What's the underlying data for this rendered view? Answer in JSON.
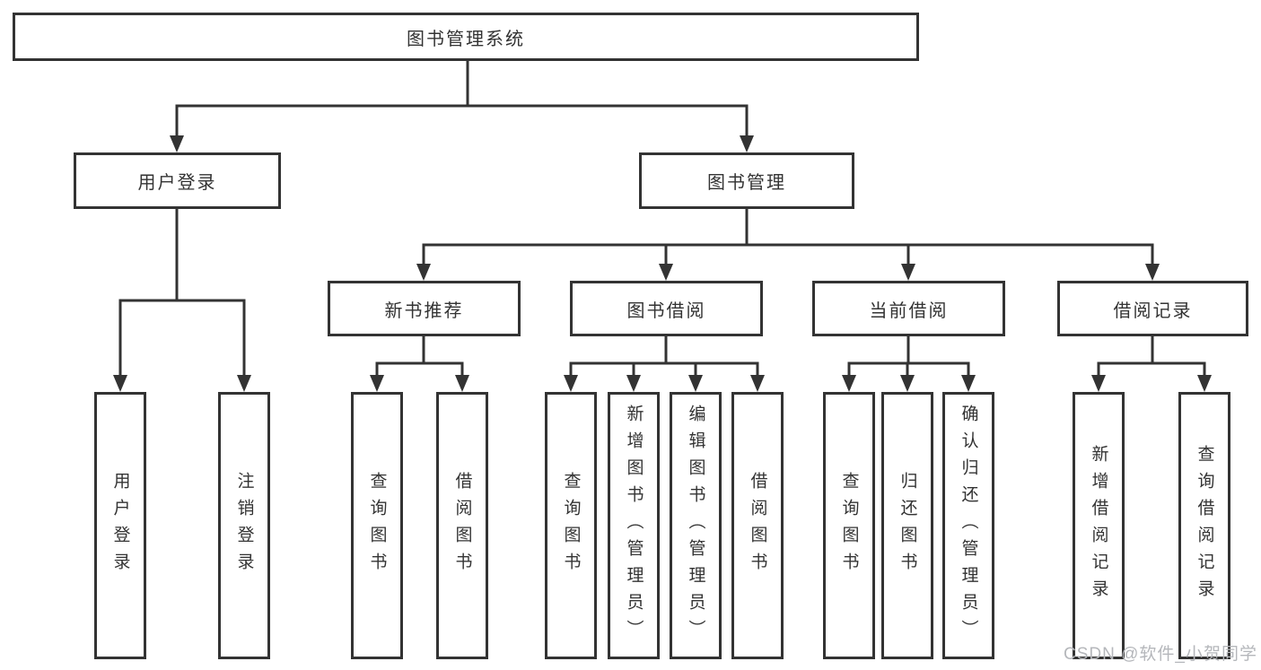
{
  "diagram": {
    "title": "图书管理系统",
    "colors": {
      "line": "#333333",
      "text": "#333333",
      "box_bg": "#ffffff",
      "background": "#ffffff",
      "watermark": "#b5b7bb"
    },
    "watermark": "CSDN @软件_小贺同学",
    "tree": {
      "label": "图书管理系统",
      "children": [
        {
          "label": "用户登录",
          "children": [
            {
              "label": "用户登录"
            },
            {
              "label": "注销登录"
            }
          ]
        },
        {
          "label": "图书管理",
          "children": [
            {
              "label": "新书推荐",
              "children": [
                {
                  "label": "查询图书"
                },
                {
                  "label": "借阅图书"
                }
              ]
            },
            {
              "label": "图书借阅",
              "children": [
                {
                  "label": "查询图书"
                },
                {
                  "label": "新增图书（管理员）"
                },
                {
                  "label": "编辑图书（管理员）"
                },
                {
                  "label": "借阅图书"
                }
              ]
            },
            {
              "label": "当前借阅",
              "children": [
                {
                  "label": "查询图书"
                },
                {
                  "label": "归还图书"
                },
                {
                  "label": "确认归还（管理员）"
                }
              ]
            },
            {
              "label": "借阅记录",
              "children": [
                {
                  "label": "新增借阅记录"
                },
                {
                  "label": "查询借阅记录"
                }
              ]
            }
          ]
        }
      ]
    }
  }
}
